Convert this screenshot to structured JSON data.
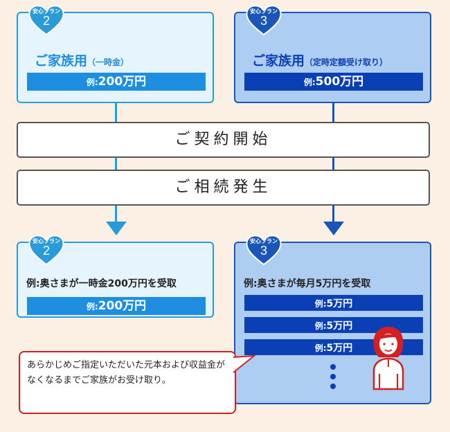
{
  "plan_badge": "安心プラン",
  "top": {
    "left": {
      "num": "2",
      "title_main": "ご家族用",
      "title_sub": "（一時金）",
      "example_prefix": "例:",
      "example_value": "200万円"
    },
    "right": {
      "num": "3",
      "title_main": "ご家族用",
      "title_sub": "（定時定額受け取り）",
      "example_prefix": "例:",
      "example_value": "500万円"
    }
  },
  "stages": {
    "start": "ご契約開始",
    "inherit": "ご相続発生"
  },
  "bottom": {
    "left": {
      "num": "2",
      "desc": "例:奥さまが一時金200万円を受取",
      "example_prefix": "例:",
      "example_value": "200万円"
    },
    "right": {
      "num": "3",
      "desc": "例:奥さまが毎月5万円を受取",
      "payments": [
        {
          "prefix": "例:",
          "value": "5万円"
        },
        {
          "prefix": "例:",
          "value": "5万円"
        },
        {
          "prefix": "例:",
          "value": "5万円"
        }
      ]
    }
  },
  "callout": "あらかじめご指定いただいた元本および収益金がなくなるまでご家族がお受け取り。",
  "colors": {
    "light_blue": "#2b9ad9",
    "dark_blue": "#1a56b8",
    "bar_light": "#1e8ee0",
    "bar_dark": "#0b3fb5",
    "red": "#d42020",
    "background": "#fcefe3"
  }
}
